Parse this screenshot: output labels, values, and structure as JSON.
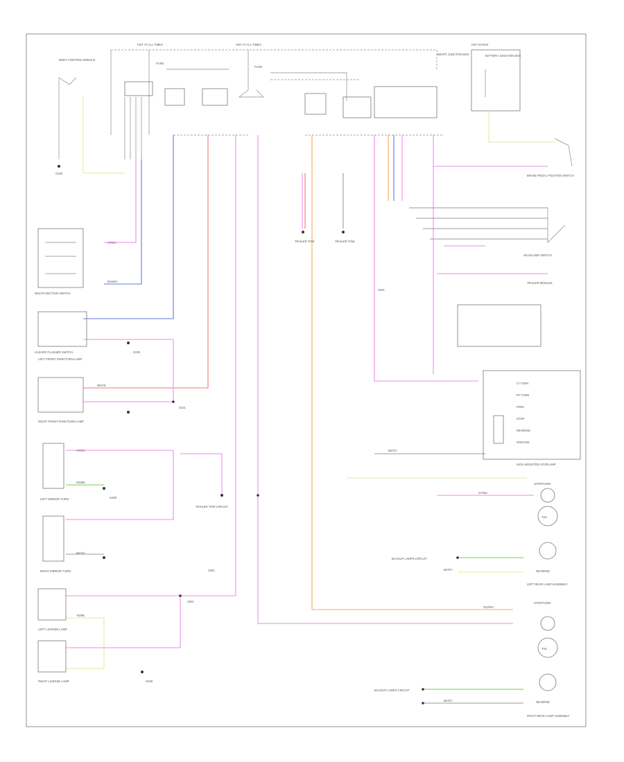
{
  "title": "",
  "footer_code": "",
  "labels": {
    "hot_at_all_times_1": "HOT AT ALL TIMES",
    "hot_at_all_times_2": "HOT AT ALL TIMES",
    "hot_in_run": "HOT IN RUN",
    "fuse_f1": "FUSE",
    "fuse_f2": "FUSE",
    "smart_junction_box": "SMART JUNCTION BOX",
    "body_control_module": "BODY CONTROL MODULE",
    "battery_junction_box": "BATTERY JUNCTION BOX",
    "brake_pedal_position_switch": "BRAKE PEDAL POSITION SWITCH",
    "headlamp_switch": "HEADLAMP SWITCH",
    "multifunction_switch": "MULTIFUNCTION SWITCH",
    "hazard_flasher": "HAZARD FLASHER SWITCH",
    "left_front_park_lamp": "LEFT FRONT PARK/TURN LAMP",
    "right_front_park_lamp": "RIGHT FRONT PARK/TURN LAMP",
    "left_mirror_turn": "LEFT MIRROR TURN",
    "right_mirror_turn": "RIGHT MIRROR TURN",
    "left_license_lamp": "LEFT LICENSE LAMP",
    "right_license_lamp": "RIGHT LICENSE LAMP",
    "trailer_tow_circuit": "TRAILER TOW CIRCUIT",
    "trailer_tow_1": "TRAILER TOW",
    "trailer_tow_2": "TRAILER TOW",
    "trailer_module": "TRAILER MODULE",
    "high_mounted_stoplamp": "HIGH MOUNTED STOPLAMP",
    "left_rear_lamp": "LEFT REAR LAMP ASSEMBLY",
    "right_rear_lamp": "RIGHT REAR LAMP ASSEMBLY",
    "stop_turn_l": "STOP/TURN",
    "stop_turn_r": "STOP/TURN",
    "tail_l": "TAIL",
    "tail_r": "TAIL",
    "reverse_l": "REVERSE",
    "reverse_r": "REVERSE",
    "backup_lamps_circuit_1": "BACKUP LAMPS CIRCUIT",
    "backup_lamps_circuit_2": "BACKUP LAMPS CIRCUIT",
    "g100": "G100",
    "g200": "G200",
    "g300": "G300",
    "g400": "G400",
    "splice_1": "S101",
    "splice_2": "S201",
    "splice_3": "S301",
    "splice_4": "S401",
    "wire_vt_1": "VT/GY",
    "wire_vt_2": "VT/GY",
    "wire_bu": "BU/WH",
    "wire_rd": "RD/YE",
    "wire_og": "OG/WH",
    "wire_gn": "GN/BK",
    "wire_ye": "YE/BK",
    "wire_bk_1": "BK/GY",
    "wire_bk_2": "BK/GY",
    "wire_bk_3": "BK/GY",
    "wire_bk_4": "BK/GY",
    "wire_gy": "GY/BU"
  },
  "legend_rows": [
    "LT TURN",
    "RT TURN",
    "PARK",
    "STOP",
    "REVERSE",
    "GROUND"
  ],
  "colors": {
    "pink": "#ee88ee",
    "blue": "#6677dd",
    "red": "#ee7777",
    "orange": "#ffaa55",
    "green": "#77cc55",
    "yellow": "#eeee66",
    "gray": "#999999",
    "frame": "#777777"
  }
}
